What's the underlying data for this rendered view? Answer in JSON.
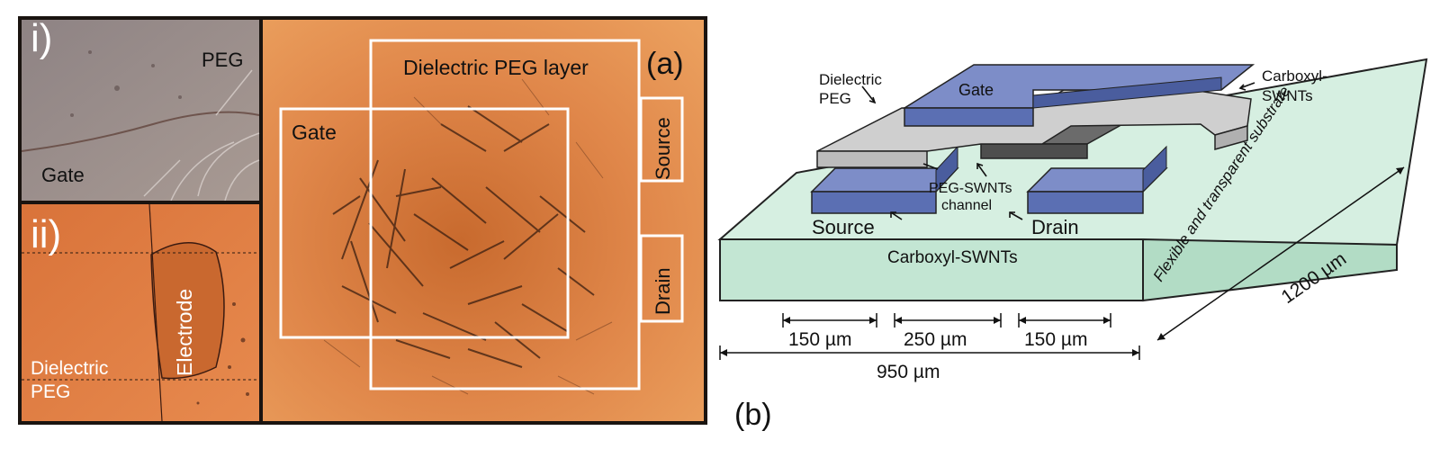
{
  "panel_a": {
    "panel_letter": "(a)",
    "inset_i": {
      "numeral": "i)",
      "peg_label": "PEG",
      "gate_label": "Gate"
    },
    "inset_ii": {
      "numeral": "ii)",
      "electrode_label": "Electrode",
      "dielectric_label_1": "Dielectric",
      "dielectric_label_2": "PEG"
    },
    "main": {
      "peg_layer_label": "Dielectric PEG layer",
      "gate_label": "Gate",
      "source_label": "Source",
      "drain_label": "Drain"
    }
  },
  "panel_b": {
    "panel_letter": "(b)",
    "dielectric_peg_1": "Dielectric",
    "dielectric_peg_2": "PEG",
    "gate_label": "Gate",
    "carboxyl_top_1": "Carboxyl-",
    "carboxyl_top_2": "SWNTs",
    "substrate_label": "Flexible and transparent substrate",
    "channel_label_1": "PEG-SWNTs",
    "channel_label_2": "channel",
    "source_label": "Source",
    "drain_label": "Drain",
    "carboxyl_front": "Carboxyl-SWNTs",
    "dim_1": "150 µm",
    "dim_2": "250 µm",
    "dim_3": "150 µm",
    "dim_total": "950 µm",
    "dim_depth": "1200 µm"
  },
  "colors": {
    "micrograph_orange": "#d9773a",
    "inset_gray": "#9a8c88",
    "electrode_blue": "#5b6fb3",
    "substrate_green": "#c3e6d3",
    "peg_gray": "#c8c8c8",
    "channel_dark": "#5e5e5e"
  }
}
